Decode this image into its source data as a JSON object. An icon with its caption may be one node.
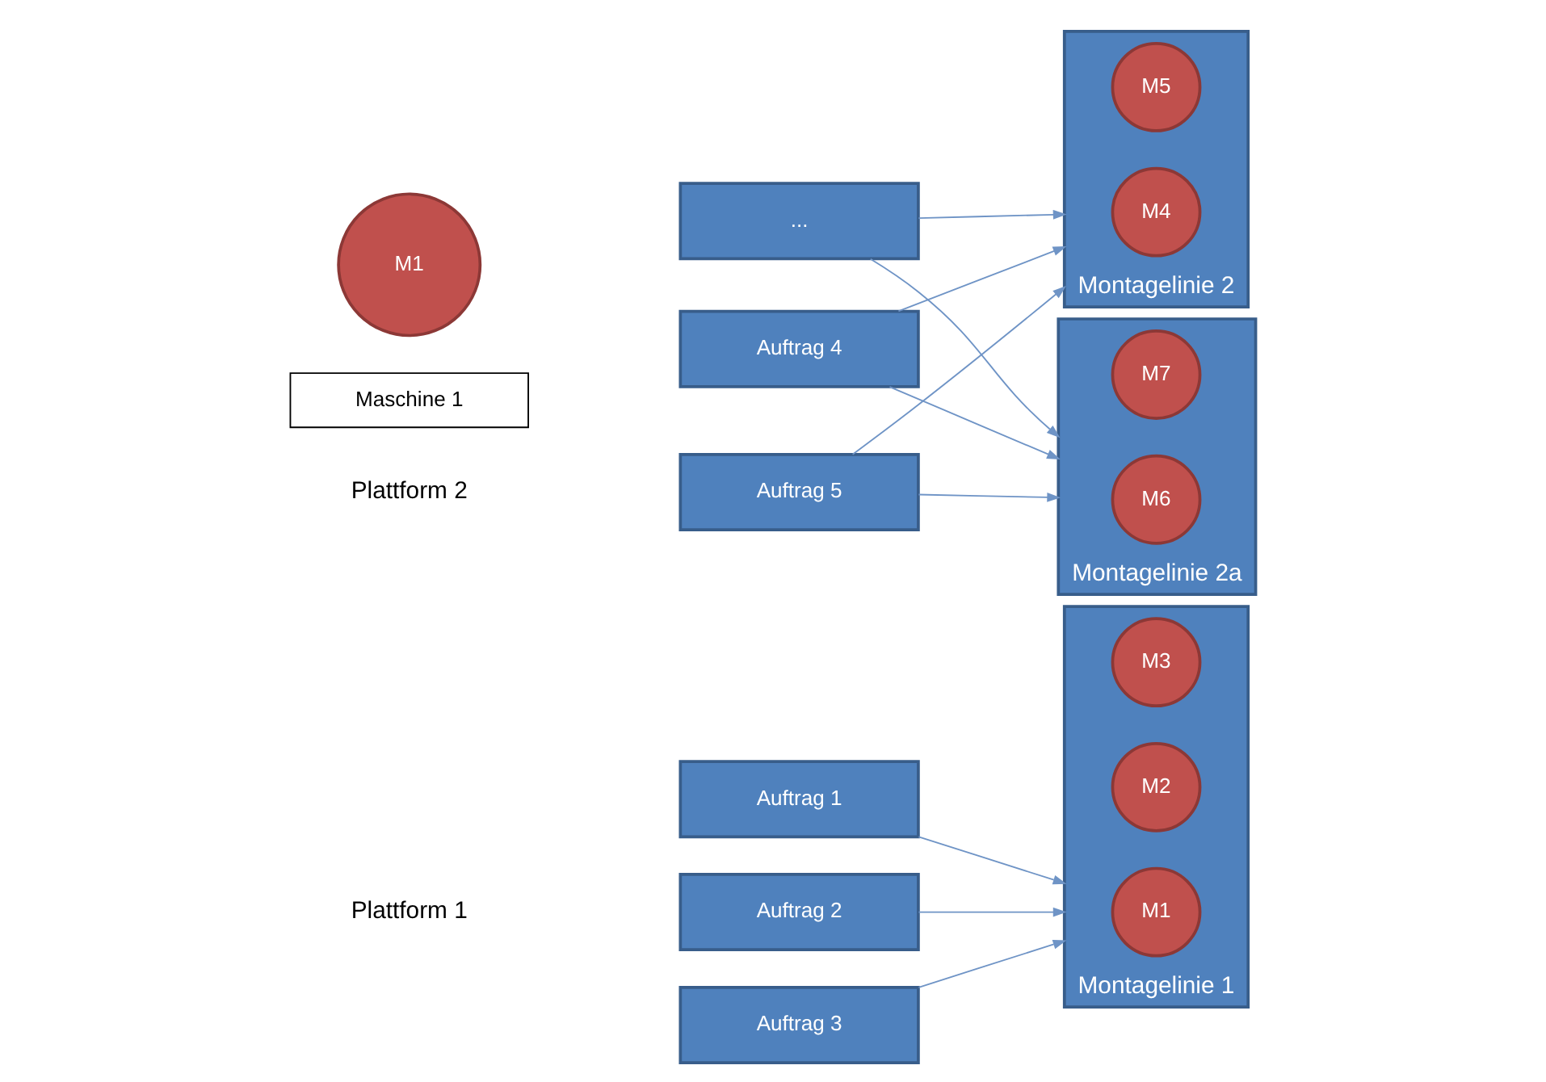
{
  "diagram": {
    "nodes": [
      {
        "text": [
          "Auftrag 1"
        ]
      },
      {
        "text": [
          "Auftrag 2"
        ]
      },
      {
        "text": [
          "Auftrag 3"
        ]
      },
      {
        "text": [
          "Auftrag 4"
        ]
      },
      {
        "text": [
          "Auftrag 5"
        ]
      },
      {
        "text": [
          "..."
        ]
      },
      {
        "text": [
          "Montagelinie 1"
        ]
      },
      {
        "text": [
          "M1"
        ],
        "in": 6
      },
      {
        "text": [
          "M2"
        ],
        "in": 6
      },
      {
        "text": [
          "M3"
        ],
        "in": 6
      },
      {
        "text": [
          "M1"
        ]
      },
      {
        "text": [
          "Maschine 1"
        ]
      },
      {
        "text": [
          "Montagelinie 2"
        ]
      },
      {
        "text": [
          "M4"
        ],
        "in": 12
      },
      {
        "text": [
          "M5"
        ],
        "in": 12
      },
      {
        "text": [
          "Montagelinie 2a"
        ]
      },
      {
        "text": [
          "M6"
        ],
        "in": 15
      },
      {
        "text": [
          "M7"
        ],
        "in": 15
      }
    ],
    "edges": [
      {
        "from": 0,
        "to": 6,
        "arrow": "to"
      },
      {
        "from": 1,
        "to": 6,
        "arrow": "to"
      },
      {
        "from": 2,
        "to": 6,
        "arrow": "to"
      },
      {
        "from": 3,
        "to": 12,
        "arrow": "to"
      },
      {
        "from": 3,
        "to": 15,
        "arrow": "to"
      },
      {
        "from": 4,
        "to": 12,
        "arrow": "to"
      },
      {
        "from": 4,
        "to": 15,
        "arrow": "to"
      },
      {
        "from": 5,
        "to": 12,
        "arrow": "to"
      },
      {
        "from": 5,
        "to": 15,
        "arrow": "to"
      }
    ],
    "labels": [
      "Plattform 1",
      "Plattform 2"
    ]
  }
}
